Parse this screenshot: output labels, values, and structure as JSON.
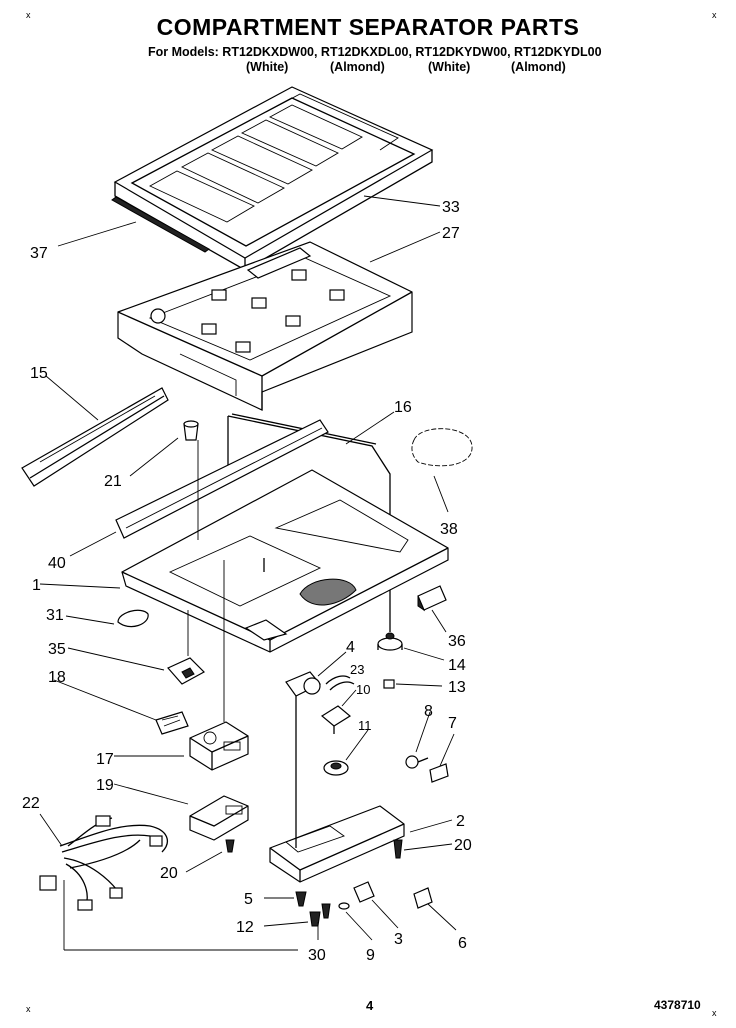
{
  "header": {
    "title": "COMPARTMENT SEPARATOR PARTS",
    "models_line": "For Models: RT12DKXDW00, RT12DKXDL00, RT12DKYDW00, RT12DKYDL00",
    "variants": [
      "(White)",
      "(Almond)",
      "(White)",
      "(Almond)"
    ]
  },
  "callouts": [
    "37",
    "33",
    "27",
    "15",
    "16",
    "21",
    "38",
    "40",
    "1",
    "31",
    "36",
    "35",
    "4",
    "14",
    "23",
    "18",
    "10",
    "13",
    "8",
    "7",
    "11",
    "17",
    "19",
    "22",
    "2",
    "20",
    "20",
    "5",
    "12",
    "3",
    "6",
    "30",
    "9"
  ],
  "footer": {
    "page": "4",
    "doc_number": "4378710",
    "corner_marks": [
      "x",
      "x",
      "x",
      "x"
    ]
  }
}
